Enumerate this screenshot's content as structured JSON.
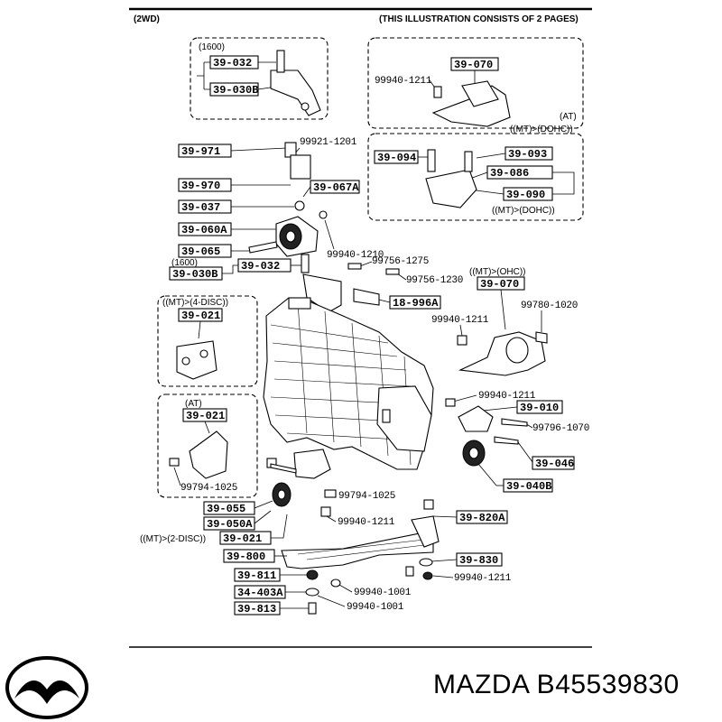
{
  "header": {
    "drive": "(2WD)",
    "pages_note": "(THIS ILLUSTRATION CONSISTS OF  2 PAGES)"
  },
  "brand": {
    "text": "MAZDA B45539830",
    "logo": "mazda-logo"
  },
  "group_notes": {
    "g1600_top": "(1600)",
    "at_dohc": "(AT)",
    "mt_at_dohc": "((MT)>(DOHC))",
    "mt_dohc": "((MT)>(DOHC))",
    "g1600_mid": "(1600)",
    "mt_ohc": "((MT)>(OHC))",
    "mt_4disc": "((MT)>(4-DISC))",
    "at_left": "(AT)",
    "mt_2disc": "((MT)>(2-DISC))"
  },
  "parts": {
    "p39032a": "39-032",
    "p39030ba": "39-030B",
    "p39070a": "39-070",
    "p39971": "39-971",
    "p39970": "39-970",
    "p39067a": "39-067A",
    "p39037": "39-037",
    "p39060a": "39-060A",
    "p39065": "39-065",
    "p39032b": "39-032",
    "p39030bb": "39-030B",
    "p39094": "39-094",
    "p39093": "39-093",
    "p39086": "39-086",
    "p39090": "39-090",
    "p39070b": "39-070",
    "p18996a": "18-996A",
    "p39021a": "39-021",
    "p39021b": "39-021",
    "p39010": "39-010",
    "p39046": "39-046",
    "p39040b": "39-040B",
    "p39055": "39-055",
    "p39050a": "39-050A",
    "p39021c": "39-021",
    "p39820a": "39-820A",
    "p39800": "39-800",
    "p39830": "39-830",
    "p39811": "39-811",
    "p34403a": "34-403A",
    "p39813": "39-813"
  },
  "bolts": {
    "b1": "99940-1211",
    "b2": "99921-1201",
    "b3": "99940-1210",
    "b4": "99756-1275",
    "b5": "99756-1230",
    "b6": "99780-1020",
    "b7": "99940-1211",
    "b8": "99940-1211",
    "b9": "99796-1070",
    "b10": "99794-1025",
    "b11": "99794-1025",
    "b12": "99940-1211",
    "b13": "99940-1211",
    "b14": "99940-1001",
    "b15": "99940-1001"
  }
}
